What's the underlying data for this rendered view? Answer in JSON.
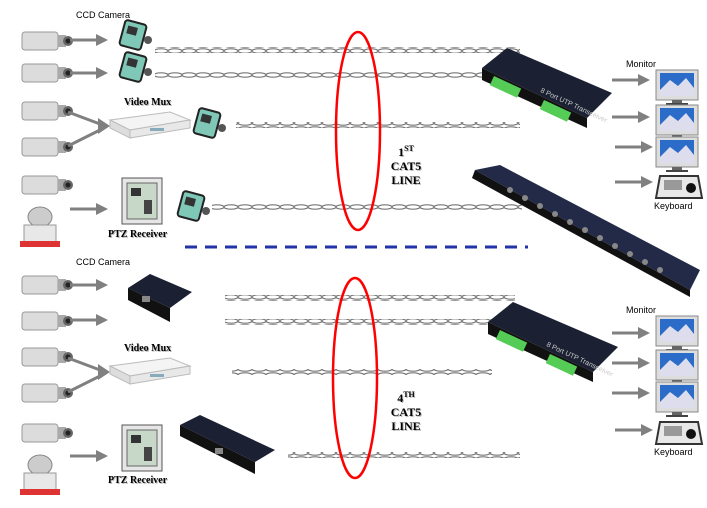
{
  "top": {
    "camera_label": "CCD Camera",
    "mux_label": "Video Mux",
    "ptz_label": "PTZ Receiver",
    "line_ordinal": "1",
    "line_suffix": "ST",
    "line_name": "CAT5",
    "line_word": "LINE",
    "monitor_label": "Monitor",
    "keyboard_label": "Keyboard",
    "transceiver_label": "8 Port UTP Transceiver"
  },
  "bottom": {
    "camera_label": "CCD Camera",
    "mux_label": "Video Mux",
    "ptz_label": "PTZ Receiver",
    "line_ordinal": "4",
    "line_suffix": "TH",
    "line_name": "CAT5",
    "line_word": "LINE",
    "monitor_label": "Monitor",
    "keyboard_label": "Keyboard",
    "transceiver_label": "8 Port UTP Transceiver"
  },
  "colors": {
    "ellipse": "#ff0000",
    "divider": "#2233aa",
    "arrow": "#808080"
  }
}
